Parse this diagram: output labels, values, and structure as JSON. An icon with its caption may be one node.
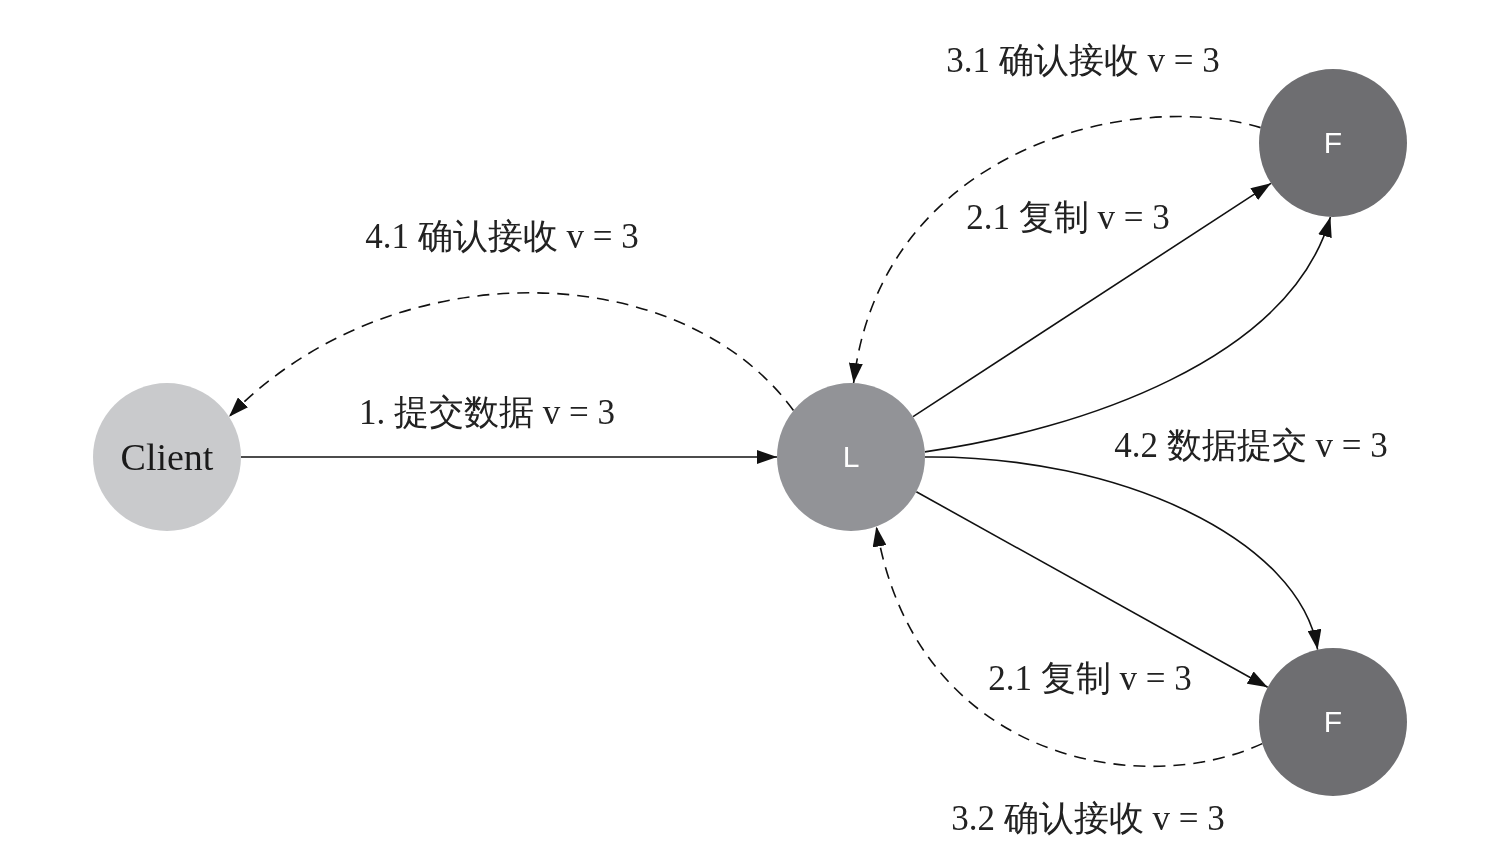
{
  "diagram": {
    "nodes": [
      {
        "text": [
          "Client"
        ]
      },
      {
        "text": [
          "L"
        ]
      },
      {
        "text": [
          "F"
        ]
      },
      {
        "text": [
          "F"
        ]
      }
    ],
    "edges": [
      {
        "from": 0,
        "to": 1,
        "arrow": "to",
        "label": "1. 提交数据 v = 3"
      },
      {
        "from": 1,
        "to": 2,
        "arrow": "to",
        "label": "2.1 复制 v = 3"
      },
      {
        "from": 1,
        "to": 3,
        "arrow": "to",
        "label": "2.1 复制 v = 3"
      },
      {
        "from": 2,
        "to": 1,
        "arrow": "to",
        "style": "dashed",
        "label": "3.1 确认接收 v = 3"
      },
      {
        "from": 3,
        "to": 1,
        "arrow": "to",
        "style": "dashed",
        "label": "3.2 确认接收 v = 3"
      },
      {
        "from": 1,
        "to": 0,
        "arrow": "to",
        "style": "dashed",
        "label": "4.1 确认接收 v = 3"
      },
      {
        "from": 1,
        "to": 2,
        "arrow": "to"
      },
      {
        "from": 1,
        "to": 3,
        "arrow": "to",
        "label": "4.2 数据提交 v = 3"
      }
    ]
  }
}
